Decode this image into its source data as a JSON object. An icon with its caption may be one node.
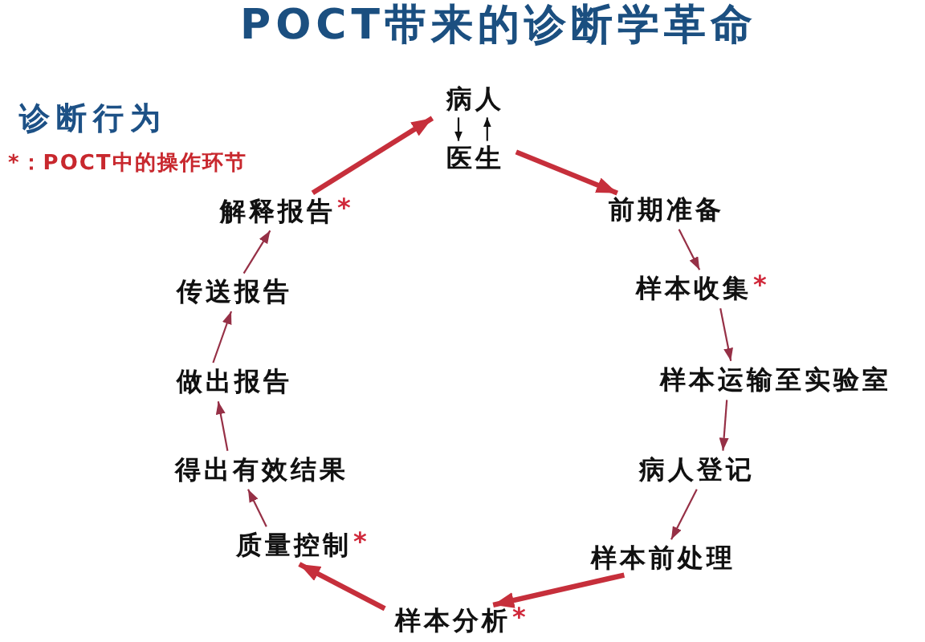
{
  "diagram": {
    "title": "POCT带来的诊断学革命",
    "nodes": [
      {
        "text": [
          "病人"
        ]
      },
      {
        "text": [
          "医生"
        ]
      },
      {
        "text": [
          "前期准备"
        ]
      },
      {
        "text": [
          "样本收集"
        ],
        "beside": [
          "*"
        ]
      },
      {
        "text": [
          "样本运输至实验室"
        ]
      },
      {
        "text": [
          "病人登记"
        ]
      },
      {
        "text": [
          "样本前处理"
        ]
      },
      {
        "text": [
          "样本分析"
        ],
        "beside": [
          "*"
        ]
      },
      {
        "text": [
          "质量控制"
        ],
        "beside": [
          "*"
        ]
      },
      {
        "text": [
          "得出有效结果"
        ]
      },
      {
        "text": [
          "做出报告"
        ]
      },
      {
        "text": [
          "传送报告"
        ]
      },
      {
        "text": [
          "解释报告"
        ],
        "beside": [
          "*"
        ]
      }
    ],
    "edges": [
      {
        "from": 0,
        "to": 1,
        "arrow": "to",
        "color": "#111111"
      },
      {
        "from": 1,
        "to": 0,
        "arrow": "to",
        "color": "#111111"
      },
      {
        "from": 1,
        "to": 2,
        "arrow": "to",
        "style": "thick",
        "color": "#c62f3b"
      },
      {
        "from": 2,
        "to": 3,
        "arrow": "to"
      },
      {
        "from": 3,
        "to": 4,
        "arrow": "to"
      },
      {
        "from": 4,
        "to": 5,
        "arrow": "to"
      },
      {
        "from": 5,
        "to": 6,
        "arrow": "to"
      },
      {
        "from": 6,
        "to": 7,
        "arrow": "to",
        "style": "thick",
        "color": "#c62f3b"
      },
      {
        "from": 7,
        "to": 8,
        "arrow": "to",
        "style": "thick",
        "color": "#c62f3b"
      },
      {
        "from": 8,
        "to": 9,
        "arrow": "to"
      },
      {
        "from": 9,
        "to": 10,
        "arrow": "to"
      },
      {
        "from": 10,
        "to": 11,
        "arrow": "to"
      },
      {
        "from": 11,
        "to": 12,
        "arrow": "to"
      },
      {
        "from": 12,
        "to": 0,
        "arrow": "to",
        "style": "thick",
        "color": "#c62f3b"
      }
    ],
    "labels": [
      "诊断行为",
      "*：POCT中的操作环节"
    ]
  }
}
